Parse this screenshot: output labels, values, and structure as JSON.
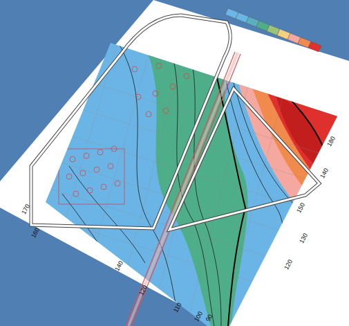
{
  "diagram": {
    "labels": [
      "170",
      "160",
      "140",
      "120",
      "110",
      "100",
      "90",
      "120",
      "130",
      "150",
      "140",
      "180"
    ]
  }
}
